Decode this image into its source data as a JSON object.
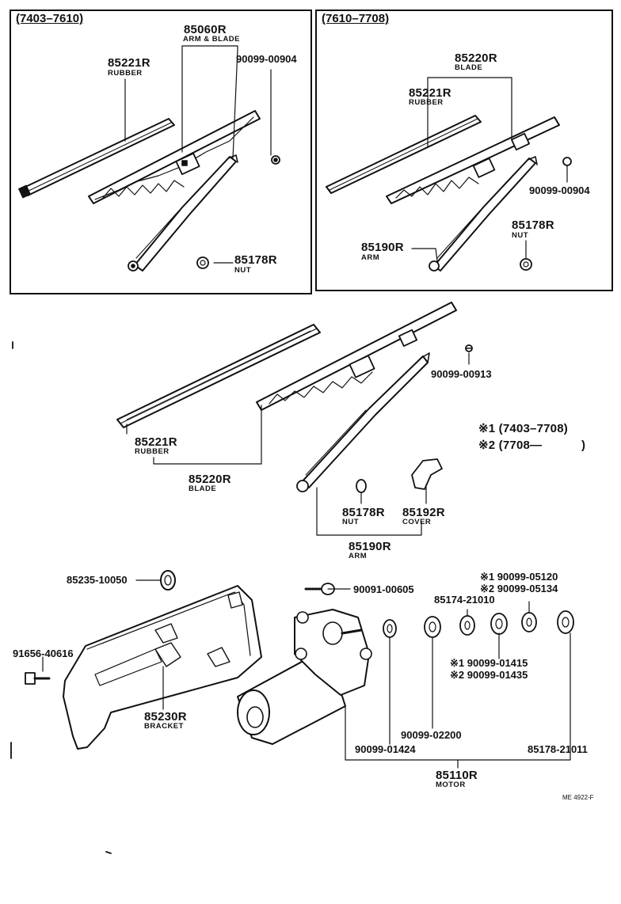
{
  "panels": {
    "left": {
      "range": "(7403–7610)"
    },
    "right": {
      "range": "(7610–7708)"
    }
  },
  "left_panel": {
    "arm_blade_no": "85060R",
    "arm_blade_name": "ARM & BLADE",
    "rubber_no": "85221R",
    "rubber_name": "RUBBER",
    "screw_no": "90099-00904",
    "nut_no": "85178R",
    "nut_name": "NUT"
  },
  "right_panel": {
    "blade_no": "85220R",
    "blade_name": "BLADE",
    "rubber_no": "85221R",
    "rubber_name": "RUBBER",
    "screw_no": "90099-00904",
    "nut_no": "85178R",
    "nut_name": "NUT",
    "arm_no": "85190R",
    "arm_name": "ARM"
  },
  "middle": {
    "screw_no": "90099-00913",
    "rubber_no": "85221R",
    "rubber_name": "RUBBER",
    "blade_no": "85220R",
    "blade_name": "BLADE",
    "nut_no": "85178R",
    "nut_name": "NUT",
    "cover_no": "85192R",
    "cover_name": "COVER",
    "arm_no": "85190R",
    "arm_name": "ARM",
    "note1": "※1 (7403–7708)",
    "note2": "※2 (7708—",
    "note2_close": ")"
  },
  "bottom": {
    "p1": "85235-10050",
    "p2": "90091-00605",
    "p3a": "※1 90099-05120",
    "p3b": "※2 90099-05134",
    "p4": "85174-21010",
    "p5": "91656-40616",
    "p6a": "※1 90099-01415",
    "p6b": "※2 90099-01435",
    "bracket_no": "85230R",
    "bracket_name": "BRACKET",
    "p7": "90099-02200",
    "p8": "90099-01424",
    "p9": "85178-21011",
    "motor_no": "85110R",
    "motor_name": "MOTOR",
    "drawing_code": "ME 4922-F"
  }
}
